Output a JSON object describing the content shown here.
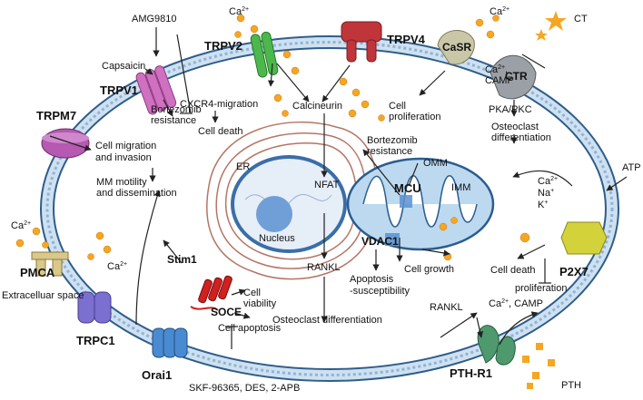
{
  "labels": {
    "ca_top": "Ca",
    "ca_caSR": "Ca",
    "ca_pmca": "Ca",
    "ca_inner": "Ca",
    "amg9810": "AMG9810",
    "capsaicin": "Capsaicin",
    "trpv1": "TRPV1",
    "trpv2": "TRPV2",
    "trpv4": "TRPV4",
    "trpm7": "TRPM7",
    "casr": "CaSR",
    "ctr": "CTR",
    "ct": "CT",
    "ca_camp_ctr_1": "Ca",
    "ca_camp_ctr_2": "CAMP",
    "pka_pkc": "PKA/PKC",
    "osteoclast_diff_1": "Osteoclast",
    "osteoclast_diff_2": "differentiation",
    "cxcr4": "CXCR4-migration",
    "cell_death_top": "Cell death",
    "bortezomib_1": "Bortezomib",
    "bortezomib_2": "resistance",
    "calcineurin": "Calcineurin",
    "cell_prolif_1": "Cell",
    "cell_prolif_2": "proliferation",
    "cell_migration_1": "Cell migration",
    "cell_migration_2": "and invasion",
    "mm_motility_1": "MM motility",
    "mm_motility_2": "and dissemination",
    "er": "ER",
    "nfat": "NFAT",
    "nucleus": "Nucleus",
    "bortezomib_mito_1": "Bortezomib",
    "bortezomib_mito_2": "resistance",
    "omm": "OMM",
    "imm": "IMM",
    "mcu": "MCU",
    "atp": "ATP",
    "ions_ca": "Ca",
    "ions_na": "Na",
    "ions_k": "K",
    "p2x7": "P2X7",
    "vdac1": "VDAC1",
    "cell_death_right": "Cell death",
    "proliferation_right": "proliferation",
    "cell_growth": "Cell growth",
    "apoptosis_1": "Apoptosis",
    "apoptosis_2": "-susceptibility",
    "pmca": "PMCA",
    "stim1": "Stim1",
    "extracellular": "Extracelluar space",
    "rankl_mid": "RANKL",
    "osteoclast_diff_mid": "Osteoclast differentiation",
    "soce": "SOCE",
    "cell_viability_1": "Cell",
    "cell_viability_2": "viability",
    "cell_apoptosis": "Cell apoptosis",
    "trpc1": "TRPC1",
    "orai1": "Orai1",
    "inhibitors": "SKF-96365,  DES,  2-APB",
    "rankl_right": "RANKL",
    "ca_camp_pth": "Ca",
    "camp_pth": ", CAMP",
    "pth_r1": "PTH-R1",
    "pth": "PTH"
  },
  "superscripts": {
    "two_plus": "2+",
    "plus": "+",
    "comma": ","
  },
  "colors": {
    "membrane_fill": "#cfe1f1",
    "membrane_stroke": "#2f5d8a",
    "ca_dot": "#f5a623",
    "trpv1": "#d070c0",
    "trpv2": "#4cb84c",
    "trpv4": "#c0353a",
    "trpm7": "#b55ab0",
    "casr": "#c9c7a8",
    "ctr": "#9aa0a6",
    "pmca": "#d9c88a",
    "trpc1": "#7b6fd0",
    "orai1": "#4a8ad0",
    "stim1": "#d02020",
    "p2x7": "#d4d23a",
    "pth_r1": "#4e9a6e",
    "mito": "#bcd9f0",
    "er": "#c08070"
  }
}
